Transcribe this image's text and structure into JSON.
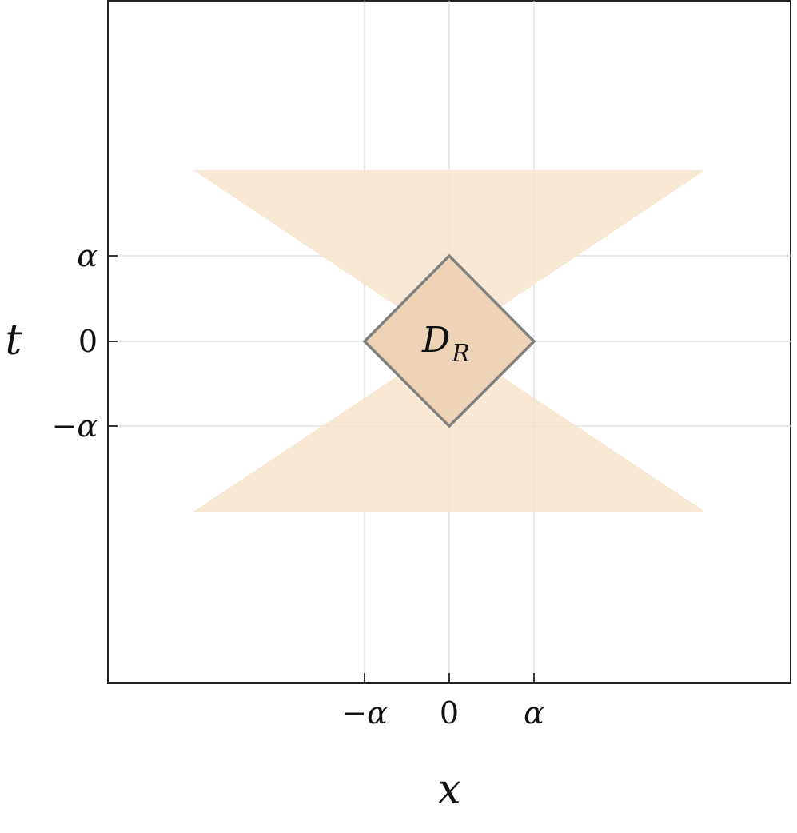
{
  "diagram": {
    "x_axis": {
      "title": "x",
      "ticks": [
        {
          "value": -1,
          "label": "−α"
        },
        {
          "value": 0,
          "label": "0"
        },
        {
          "value": 1,
          "label": "α"
        }
      ]
    },
    "y_axis": {
      "title": "t",
      "ticks": [
        {
          "value": 1,
          "label": "α"
        },
        {
          "value": 0,
          "label": "0"
        },
        {
          "value": -1,
          "label": "−α"
        }
      ]
    },
    "region_label": {
      "main": "D",
      "sub": "R"
    },
    "colors": {
      "cone_fill": "#f5e3cc",
      "diamond_fill": "#eed4b6",
      "diamond_stroke": "#808080",
      "grid": "#dddddd",
      "frame": "#222222"
    }
  }
}
